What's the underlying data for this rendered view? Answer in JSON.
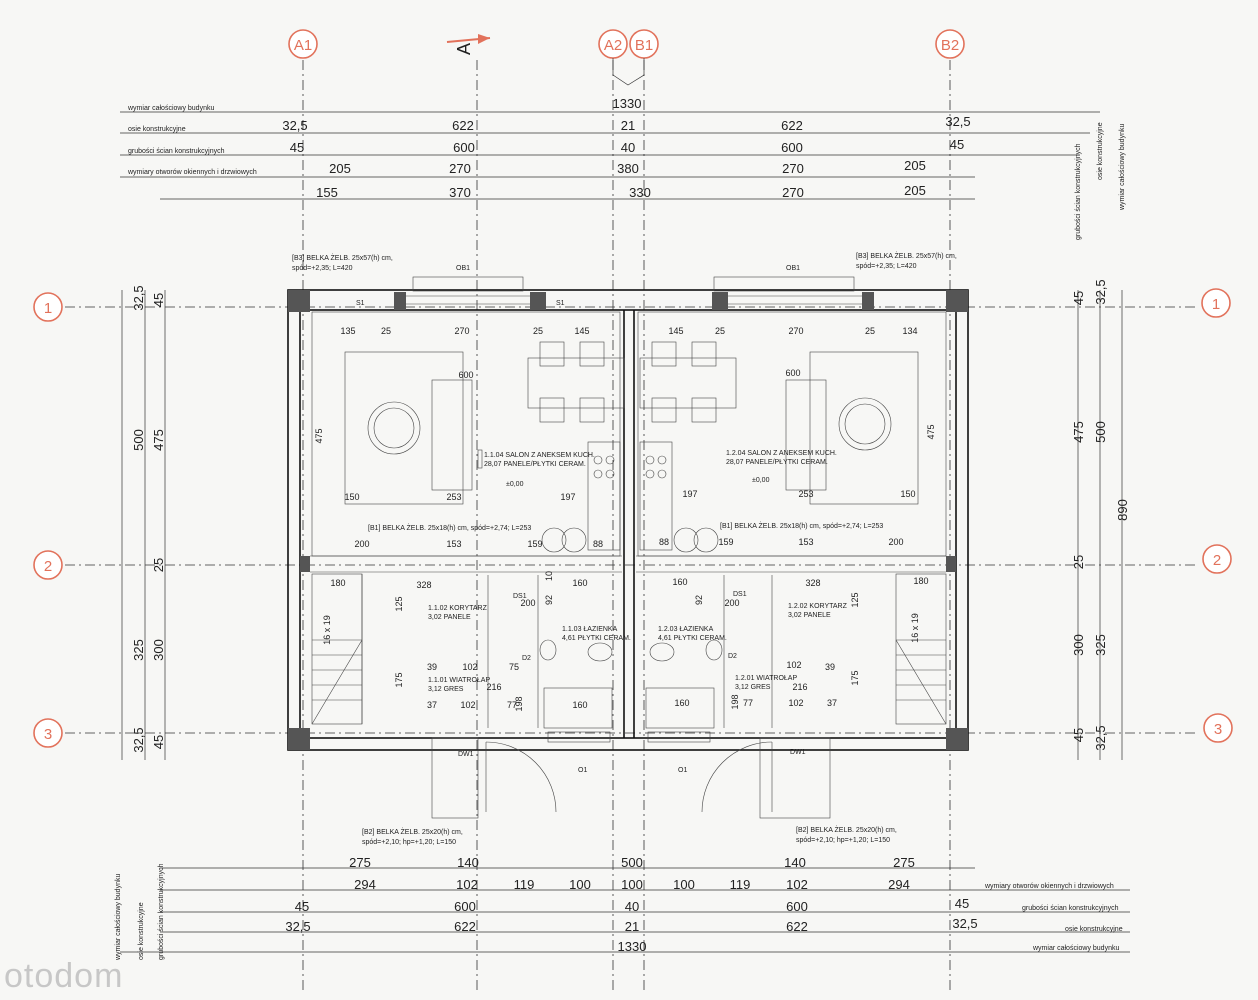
{
  "grid_columns": [
    "A1",
    "A2",
    "B1",
    "B2"
  ],
  "grid_rows": [
    "1",
    "2",
    "3"
  ],
  "section_marker": "A",
  "dim_labels": {
    "overall": "wymiar całościowy budynku",
    "axes": "osie konstrukcyjne",
    "walls": "grubości ścian konstrukcyjnych",
    "openings": "wymiary otworów okiennych i drzwiowych"
  },
  "top_dims": {
    "overall": "1330",
    "axes": [
      "32,5",
      "622",
      "21",
      "622",
      "32,5"
    ],
    "walls": [
      "45",
      "600",
      "40",
      "600",
      "45"
    ],
    "openings": [
      "205",
      "270",
      "380",
      "270",
      "205"
    ],
    "extra": [
      "155",
      "370",
      "330",
      "270",
      "205"
    ]
  },
  "bottom_dims": {
    "openings_a": [
      "275",
      "140",
      "500",
      "140",
      "275"
    ],
    "openings_b": [
      "294",
      "102",
      "119",
      "100",
      "100",
      "100",
      "119",
      "102",
      "294"
    ],
    "walls": [
      "45",
      "600",
      "40",
      "600",
      "45"
    ],
    "axes": [
      "32,5",
      "622",
      "21",
      "622",
      "32,5"
    ],
    "overall": "1330"
  },
  "left_dims": [
    "32,5",
    "45",
    "500",
    "475",
    "25",
    "325",
    "300",
    "32,5",
    "45"
  ],
  "right_dims": [
    "45",
    "32,5",
    "475",
    "500",
    "890",
    "25",
    "300",
    "325",
    "45",
    "32,5"
  ],
  "beams": {
    "b3_left": [
      "[B3] BELKA ŻELB. 25x57(h) cm,",
      "spód=+2,35; L=420"
    ],
    "b3_right": [
      "[B3] BELKA ŻELB. 25x57(h) cm,",
      "spód=+2,35; L=420"
    ],
    "b1_left": "[B1] BELKA ŻELB. 25x18(h) cm, spód=+2,74; L=253",
    "b1_right": "[B1] BELKA ŻELB. 25x18(h) cm, spód=+2,74; L=253",
    "b2_left": [
      "[B2] BELKA ŻELB. 25x20(h) cm,",
      "spód=+2,10; hp=+1,20; L=150"
    ],
    "b2_right": [
      "[B2] BELKA ŻELB. 25x20(h) cm,",
      "spód=+2,10; hp=+1,20; L=150"
    ]
  },
  "rooms": {
    "salon_left": [
      "1.1.04  SALON Z ANEKSEM KUCH.",
      "28,07  PANELE/PŁYTKI CERAM."
    ],
    "salon_right": [
      "1.2.04  SALON Z ANEKSEM KUCH.",
      "28,07  PANELE/PŁYTKI CERAM."
    ],
    "korytarz_left": [
      "1.1.02  KORYTARZ",
      "3,02  PANELE"
    ],
    "korytarz_right": [
      "1.2.02  KORYTARZ",
      "3,02  PANELE"
    ],
    "lazienka_left": [
      "1.1.03  ŁAZIENKA",
      "4,61  PŁYTKI CERAM."
    ],
    "lazienka_right": [
      "1.2.03  ŁAZIENKA",
      "4,61  PŁYTKI CERAM."
    ],
    "wiatrolap_left": [
      "1.1.01  WIATROŁAP",
      "3,12  GRES"
    ],
    "wiatrolap_right": [
      "1.2.01  WIATROŁAP",
      "3,12  GRES"
    ]
  },
  "level": "±0,00",
  "interior_dims_left": [
    "135",
    "25",
    "270",
    "25",
    "145",
    "600",
    "475",
    "150",
    "253",
    "197",
    "200",
    "153",
    "159",
    "88",
    "180",
    "328",
    "125",
    "16 x 19",
    "175",
    "39",
    "102",
    "75",
    "216",
    "37",
    "102",
    "77",
    "160",
    "198",
    "200",
    "92",
    "10",
    "160"
  ],
  "interior_dims_right": [
    "145",
    "25",
    "270",
    "25",
    "134",
    "600",
    "475",
    "150",
    "253",
    "197",
    "200",
    "153",
    "159",
    "88",
    "180",
    "328",
    "125",
    "16 x 19",
    "175",
    "39",
    "102",
    "216",
    "37",
    "102",
    "77",
    "160",
    "198",
    "200",
    "92",
    "160"
  ],
  "openings": [
    "OB1",
    "OB1",
    "S1",
    "S1",
    "O1",
    "O1",
    "DW1",
    "DW1",
    "DS1",
    "DS1",
    "D2",
    "D2"
  ],
  "watermark": "otodom"
}
